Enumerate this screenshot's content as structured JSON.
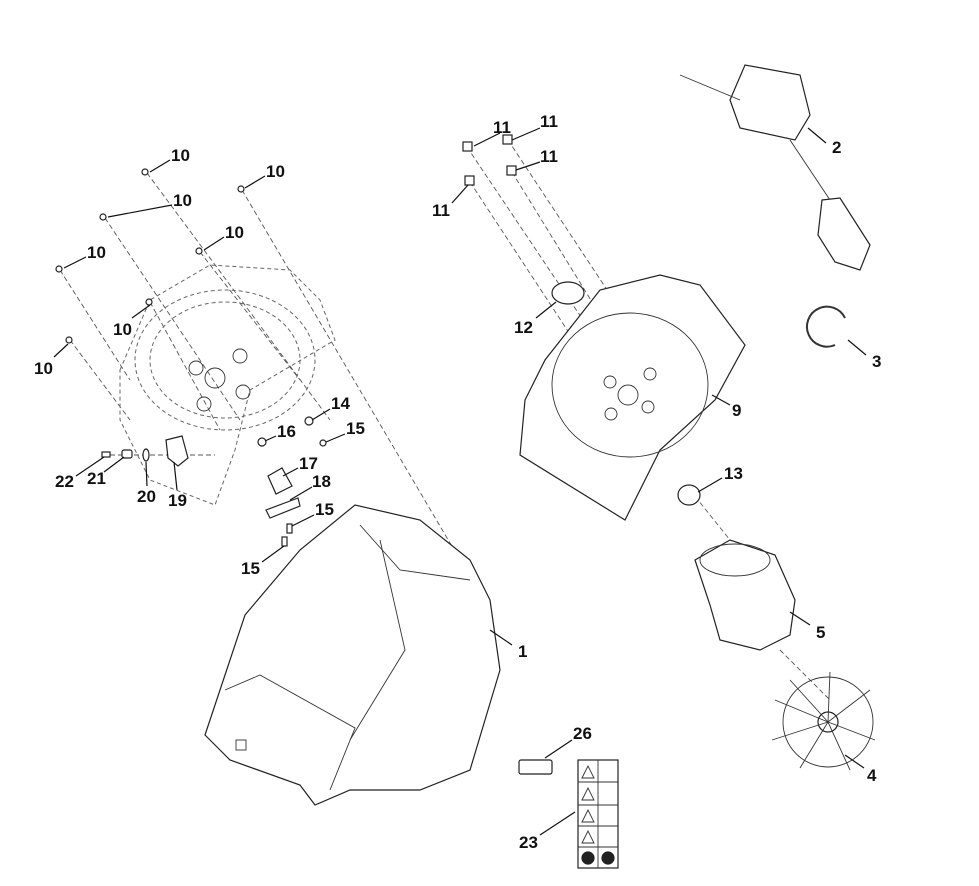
{
  "diagram": {
    "type": "exploded parts diagram",
    "callouts": {
      "p1": "1",
      "p2": "2",
      "p3": "3",
      "p4": "4",
      "p5": "5",
      "p9": "9",
      "p10": "10",
      "p11": "11",
      "p12": "12",
      "p13": "13",
      "p14": "14",
      "p15": "15",
      "p16": "16",
      "p17": "17",
      "p18": "18",
      "p19": "19",
      "p20": "20",
      "p21": "21",
      "p22": "22",
      "p23": "23",
      "p26": "26"
    }
  }
}
